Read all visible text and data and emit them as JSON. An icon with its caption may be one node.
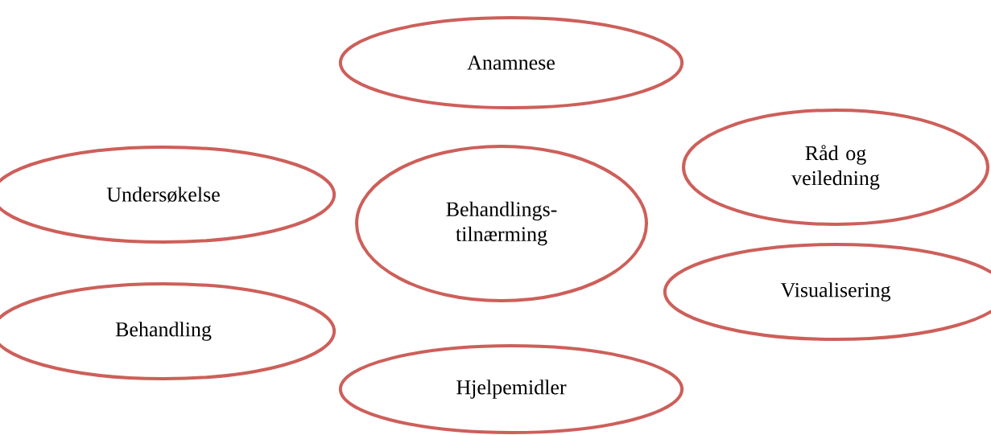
{
  "diagram": {
    "nodes": [
      {
        "text": [
          "Anamnese"
        ]
      },
      {
        "text": [
          "Råd og veiledning"
        ]
      },
      {
        "text": [
          "Undersøkelse"
        ]
      },
      {
        "text": [
          "Behandlings- tilnærming"
        ]
      },
      {
        "text": [
          "Visualisering"
        ]
      },
      {
        "text": [
          "Behandling"
        ]
      },
      {
        "text": [
          "Hjelpemidler"
        ]
      }
    ]
  }
}
